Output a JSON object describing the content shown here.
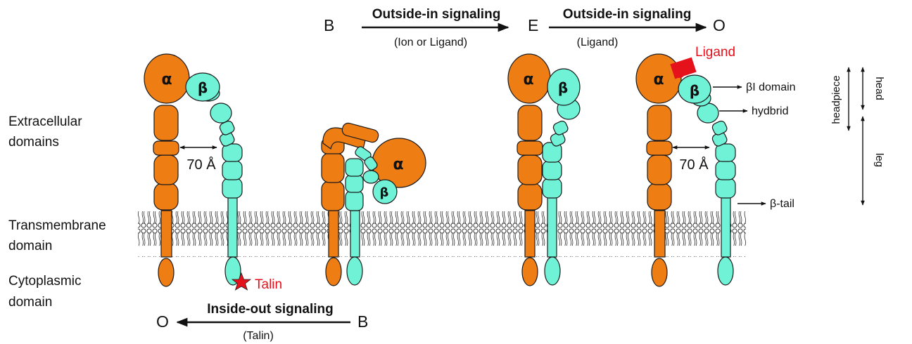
{
  "side_labels": {
    "extracellular": [
      "Extracellular",
      "domains"
    ],
    "transmembrane": [
      "Transmembrane",
      "domain"
    ],
    "cytoplasmic": [
      "Cytoplasmic",
      "domain"
    ]
  },
  "states": {
    "bent_closed": "B",
    "extended_closed": "E",
    "extended_open": "O",
    "inside_from": "B",
    "inside_to": "O"
  },
  "signaling": {
    "outside_in_1": {
      "title": "Outside-in signaling",
      "sub": "(Ion or Ligand)"
    },
    "outside_in_2": {
      "title": "Outside-in signaling",
      "sub": "(Ligand)"
    },
    "inside_out": {
      "title": "Inside-out signaling",
      "sub": "(Talin)"
    }
  },
  "subunits": {
    "alpha": "α",
    "beta": "β"
  },
  "distance": "70 Å",
  "binders": {
    "ligand": "Ligand",
    "talin": "Talin"
  },
  "callouts": {
    "bI_domain": "βI domain",
    "hybrid": "hydbrid",
    "b_tail": "β-tail"
  },
  "regions": {
    "headpiece": "headpiece",
    "head": "head",
    "leg": "leg"
  },
  "colors": {
    "alpha": "#ee7d14",
    "beta": "#6ff2d6",
    "highlight": "#e5121b"
  }
}
